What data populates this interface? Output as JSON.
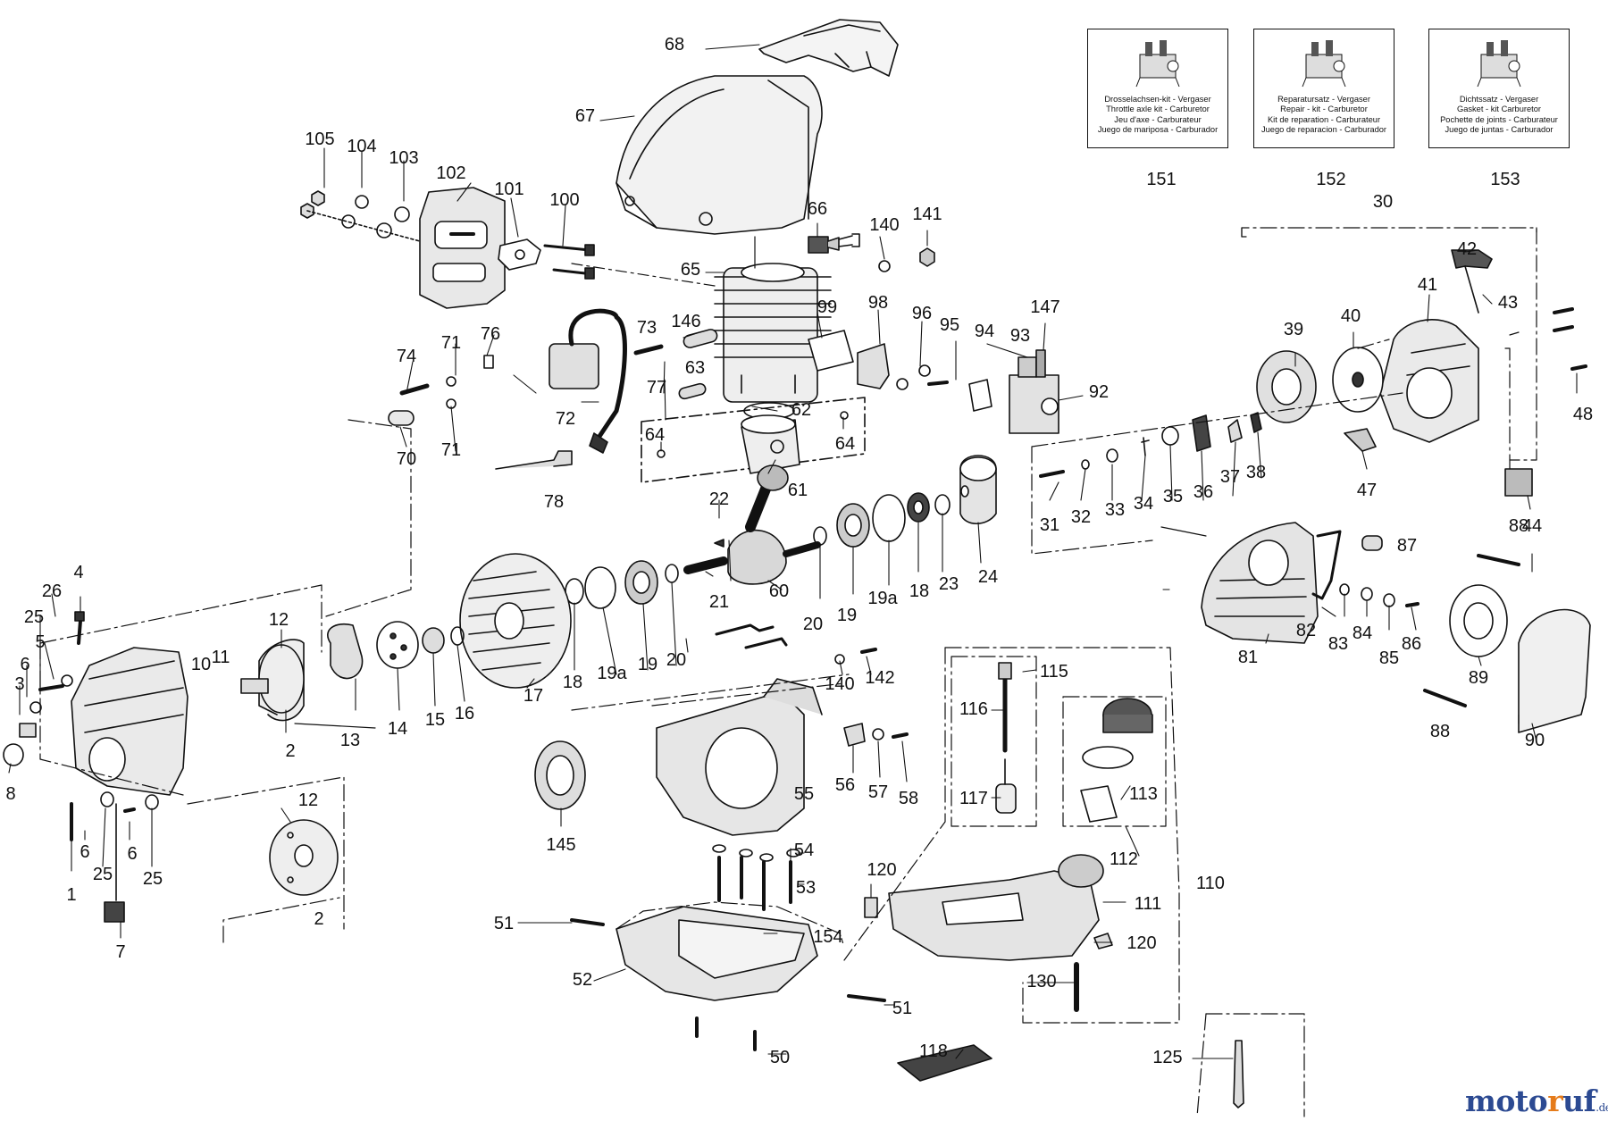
{
  "kits": [
    {
      "number": "151",
      "lines": [
        "Drosselachsen-kit - Vergaser",
        "Throttle axle kit - Carburetor",
        "Jeu d'axe - Carburateur",
        "Juego de mariposa - Carburador"
      ]
    },
    {
      "number": "152",
      "lines": [
        "Reparatursatz - Vergaser",
        "Repair - kit - Carburetor",
        "Kit de reparation - Carburateur",
        "Juego de reparacion - Carburador"
      ]
    },
    {
      "number": "153",
      "lines": [
        "Dichtssatz - Vergaser",
        "Gasket - kit Carburetor",
        "Pochette de joints - Carburateur",
        "Juego de juntas - Carburador"
      ]
    }
  ],
  "parts": [
    "1",
    "2",
    "3",
    "4",
    "5",
    "6",
    "7",
    "8",
    "10",
    "11",
    "12",
    "13",
    "14",
    "15",
    "16",
    "17",
    "18",
    "19",
    "19a",
    "20",
    "21",
    "22",
    "23",
    "24",
    "25",
    "26",
    "30",
    "31",
    "32",
    "33",
    "34",
    "35",
    "36",
    "37",
    "38",
    "39",
    "40",
    "41",
    "42",
    "43",
    "44",
    "47",
    "48",
    "50",
    "51",
    "52",
    "53",
    "54",
    "55",
    "56",
    "57",
    "58",
    "60",
    "61",
    "62",
    "63",
    "64",
    "65",
    "66",
    "67",
    "68",
    "70",
    "71",
    "72",
    "73",
    "74",
    "76",
    "77",
    "78",
    "81",
    "82",
    "83",
    "84",
    "85",
    "86",
    "87",
    "88",
    "89",
    "90",
    "92",
    "93",
    "94",
    "95",
    "96",
    "98",
    "99",
    "100",
    "101",
    "102",
    "103",
    "104",
    "105",
    "110",
    "111",
    "112",
    "113",
    "115",
    "116",
    "117",
    "118",
    "120",
    "125",
    "130",
    "140",
    "141",
    "142",
    "145",
    "146",
    "147",
    "151",
    "152",
    "153",
    "154"
  ],
  "watermark": {
    "brand_a": "moto",
    "brand_f": "r",
    "brand_b": "uf",
    "tld": ".de"
  },
  "colors": {
    "ink": "#111111",
    "paper": "#ffffff",
    "wm_blue": "#2c4a92",
    "wm_orange": "#e57b1a"
  }
}
